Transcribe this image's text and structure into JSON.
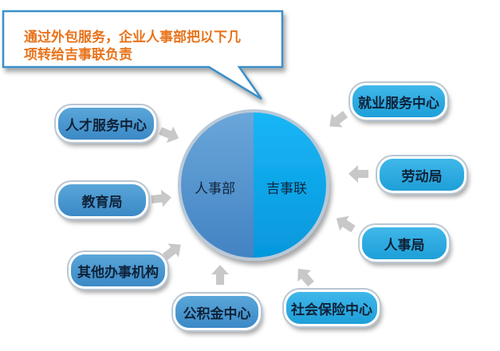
{
  "callout": {
    "text_line1": "通过外包服务，企业人事部把以下几",
    "text_line2": "项转给吉事联负责"
  },
  "center": {
    "left_label": "人事部",
    "right_label": "吉事联"
  },
  "left_items": [
    {
      "label": "人才服务中心"
    },
    {
      "label": "教育局"
    },
    {
      "label": "其他办事机构"
    },
    {
      "label": "公积金中心"
    }
  ],
  "right_items": [
    {
      "label": "就业服务中心"
    },
    {
      "label": "劳动局"
    },
    {
      "label": "人事局"
    },
    {
      "label": "社会保险中心"
    }
  ],
  "colors": {
    "accent_text": "#e8731a",
    "left_pill": "#3b89c6",
    "right_pill": "#1e9fd8",
    "circle_left": "#4f93cf",
    "circle_right": "#0aa9ef",
    "arrow": "#c8c8c8"
  }
}
